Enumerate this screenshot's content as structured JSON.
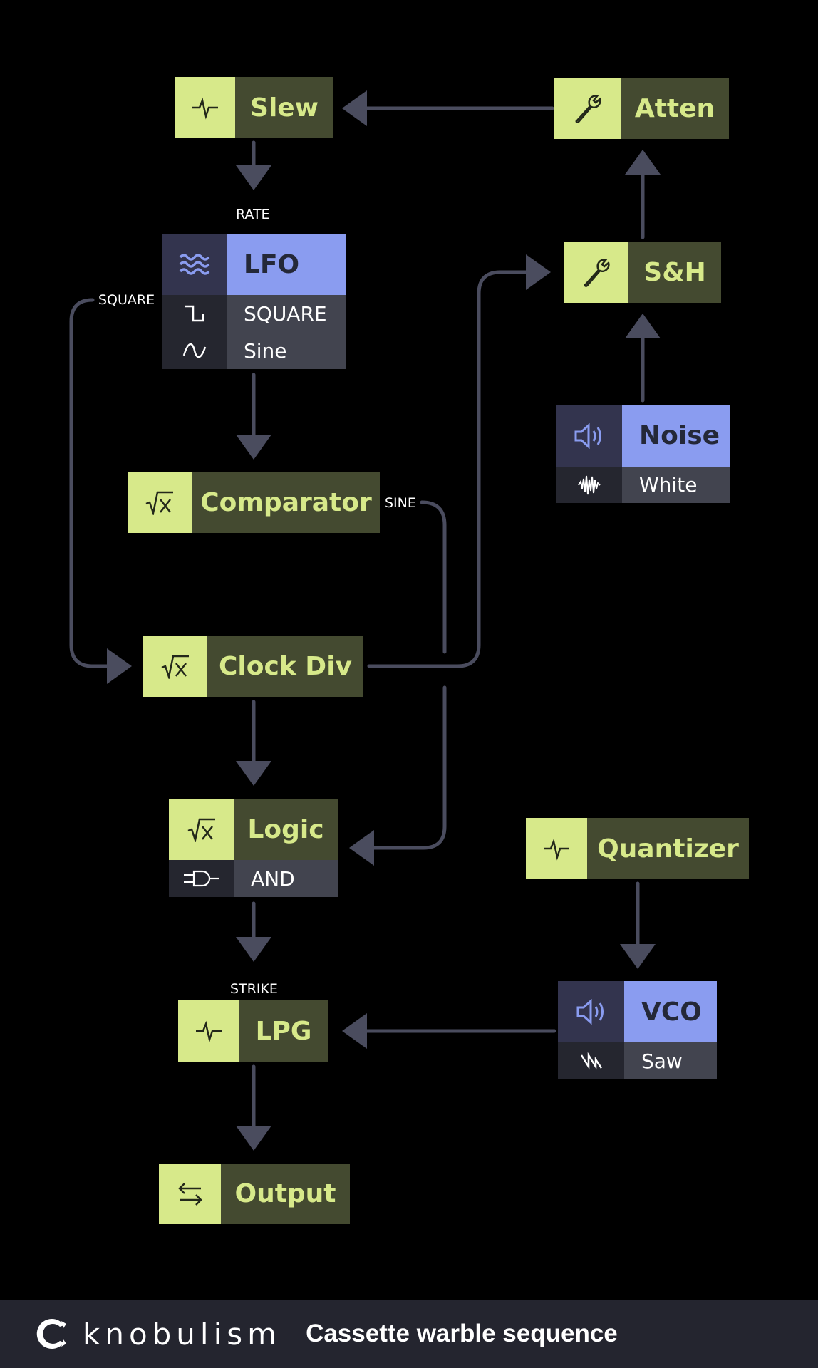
{
  "footer": {
    "brand": "knobulism",
    "title": "Cassette warble sequence",
    "logo_icon": "knob-logo-icon"
  },
  "colors": {
    "green_icon": "#d7e98a",
    "green_label": "#444a30",
    "blue_label": "#8a9cf0",
    "wire": "#4a4c5e"
  },
  "nodes": {
    "slew": {
      "label": "Slew",
      "icon": "pulse-icon"
    },
    "atten": {
      "label": "Atten",
      "icon": "wrench-icon"
    },
    "lfo": {
      "label": "LFO",
      "icon": "waves-icon",
      "rows": [
        {
          "icon": "square-wave-icon",
          "value": "SQUARE"
        },
        {
          "icon": "sine-wave-icon",
          "value": "Sine"
        }
      ]
    },
    "sh": {
      "label": "S&H",
      "icon": "wrench-icon"
    },
    "noise": {
      "label": "Noise",
      "icon": "speaker-icon",
      "rows": [
        {
          "icon": "noise-wave-icon",
          "value": "White"
        }
      ]
    },
    "comparator": {
      "label": "Comparator",
      "icon": "sqrt-icon"
    },
    "clockdiv": {
      "label": "Clock Div",
      "icon": "sqrt-icon"
    },
    "logic": {
      "label": "Logic",
      "icon": "sqrt-icon",
      "rows": [
        {
          "icon": "and-gate-icon",
          "value": "AND"
        }
      ]
    },
    "quantizer": {
      "label": "Quantizer",
      "icon": "pulse-icon"
    },
    "vco": {
      "label": "VCO",
      "icon": "speaker-icon",
      "rows": [
        {
          "icon": "saw-wave-icon",
          "value": "Saw"
        }
      ]
    },
    "lpg": {
      "label": "LPG",
      "icon": "pulse-icon"
    },
    "output": {
      "label": "Output",
      "icon": "swap-arrows-icon"
    }
  },
  "ports": {
    "rate": "RATE",
    "square": "SQUARE",
    "sine": "SINE",
    "strike": "STRIKE"
  },
  "edges": [
    {
      "from": "atten",
      "to": "slew"
    },
    {
      "from": "slew",
      "to": "lfo",
      "port": "RATE"
    },
    {
      "from": "sh",
      "to": "atten"
    },
    {
      "from": "noise",
      "to": "sh"
    },
    {
      "from": "lfo",
      "to": "comparator"
    },
    {
      "from": "lfo",
      "to": "clockdiv",
      "port": "SQUARE"
    },
    {
      "from": "comparator",
      "to": "logic",
      "port": "SINE"
    },
    {
      "from": "clockdiv",
      "to": "sh"
    },
    {
      "from": "clockdiv",
      "to": "logic"
    },
    {
      "from": "logic",
      "to": "lpg",
      "port": "STRIKE"
    },
    {
      "from": "quantizer",
      "to": "vco"
    },
    {
      "from": "vco",
      "to": "lpg"
    },
    {
      "from": "lpg",
      "to": "output"
    }
  ]
}
